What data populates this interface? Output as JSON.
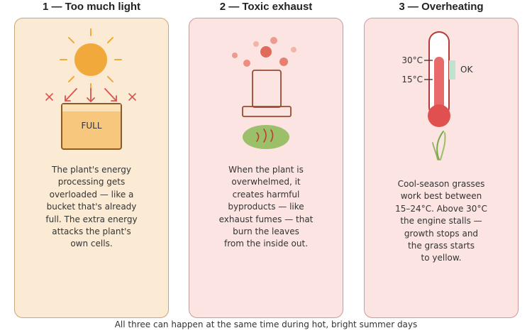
{
  "panels": [
    {
      "title": "1 — Too much light",
      "body": "The plant's energy\nprocessing gets\noverloaded — like a\nbucket that's already\nfull. The extra energy\nattacks the plant's\nown cells.",
      "bucket_label": "FULL"
    },
    {
      "title": "2 — Toxic exhaust",
      "body": "When the plant is\noverwhelmed, it\ncreates harmful\nbyproducts — like\nexhaust fumes — that\nburn the leaves\nfrom the inside out."
    },
    {
      "title": "3 — Overheating",
      "body": "Cool-season grasses\nwork best between\n15–24°C. Above 30°C\nthe engine stalls —\ngrowth stops and\nthe grass starts\nto yellow.",
      "thermo_high": "30°C",
      "thermo_low": "15°C",
      "ok_label": "OK"
    }
  ],
  "footer": "All three can happen at the same time during hot, bright summer days",
  "colors": {
    "sun": "#f2a93b",
    "arrow": "#d9534f",
    "bucket_fill": "#f6c77d",
    "bucket_stroke": "#8a5a2b",
    "exhaust_dot": "#e06b5a",
    "leaf": "#9cbf6a",
    "thermo_red": "#e05050",
    "ok_band": "#bfe3cf"
  }
}
